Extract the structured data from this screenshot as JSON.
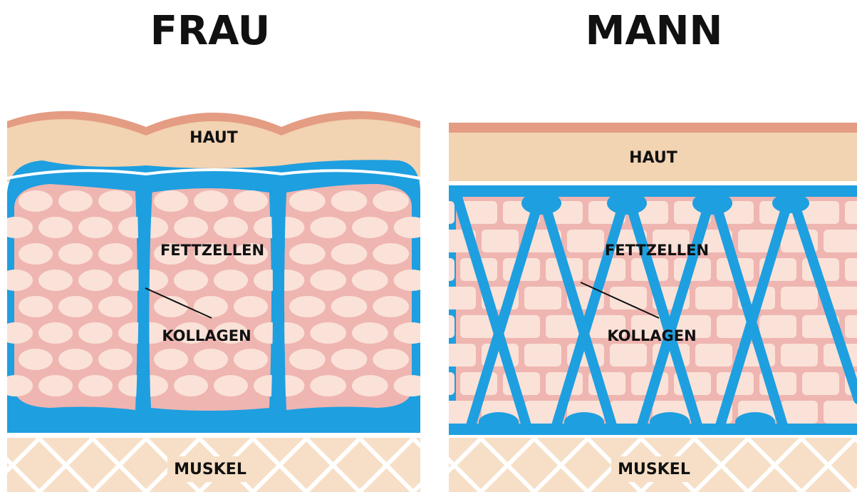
{
  "panels": {
    "woman": {
      "title": "FRAU",
      "skin_label": "HAUT",
      "fat_label": "FETTZELLEN",
      "collagen_label": "KOLLAGEN",
      "muscle_label": "MUSKEL"
    },
    "man": {
      "title": "MANN",
      "skin_label": "HAUT",
      "fat_label": "FETTZELLEN",
      "collagen_label": "KOLLAGEN",
      "muscle_label": "MUSKEL"
    }
  },
  "colors": {
    "skin_top": "#e49c82",
    "skin": "#f2d3b2",
    "collagen": "#1e9fe0",
    "fat_bg": "#efb5b1",
    "fat_cell": "#fae2d8",
    "muscle": "#f6dfc6",
    "muscle_line": "#ffffff"
  }
}
